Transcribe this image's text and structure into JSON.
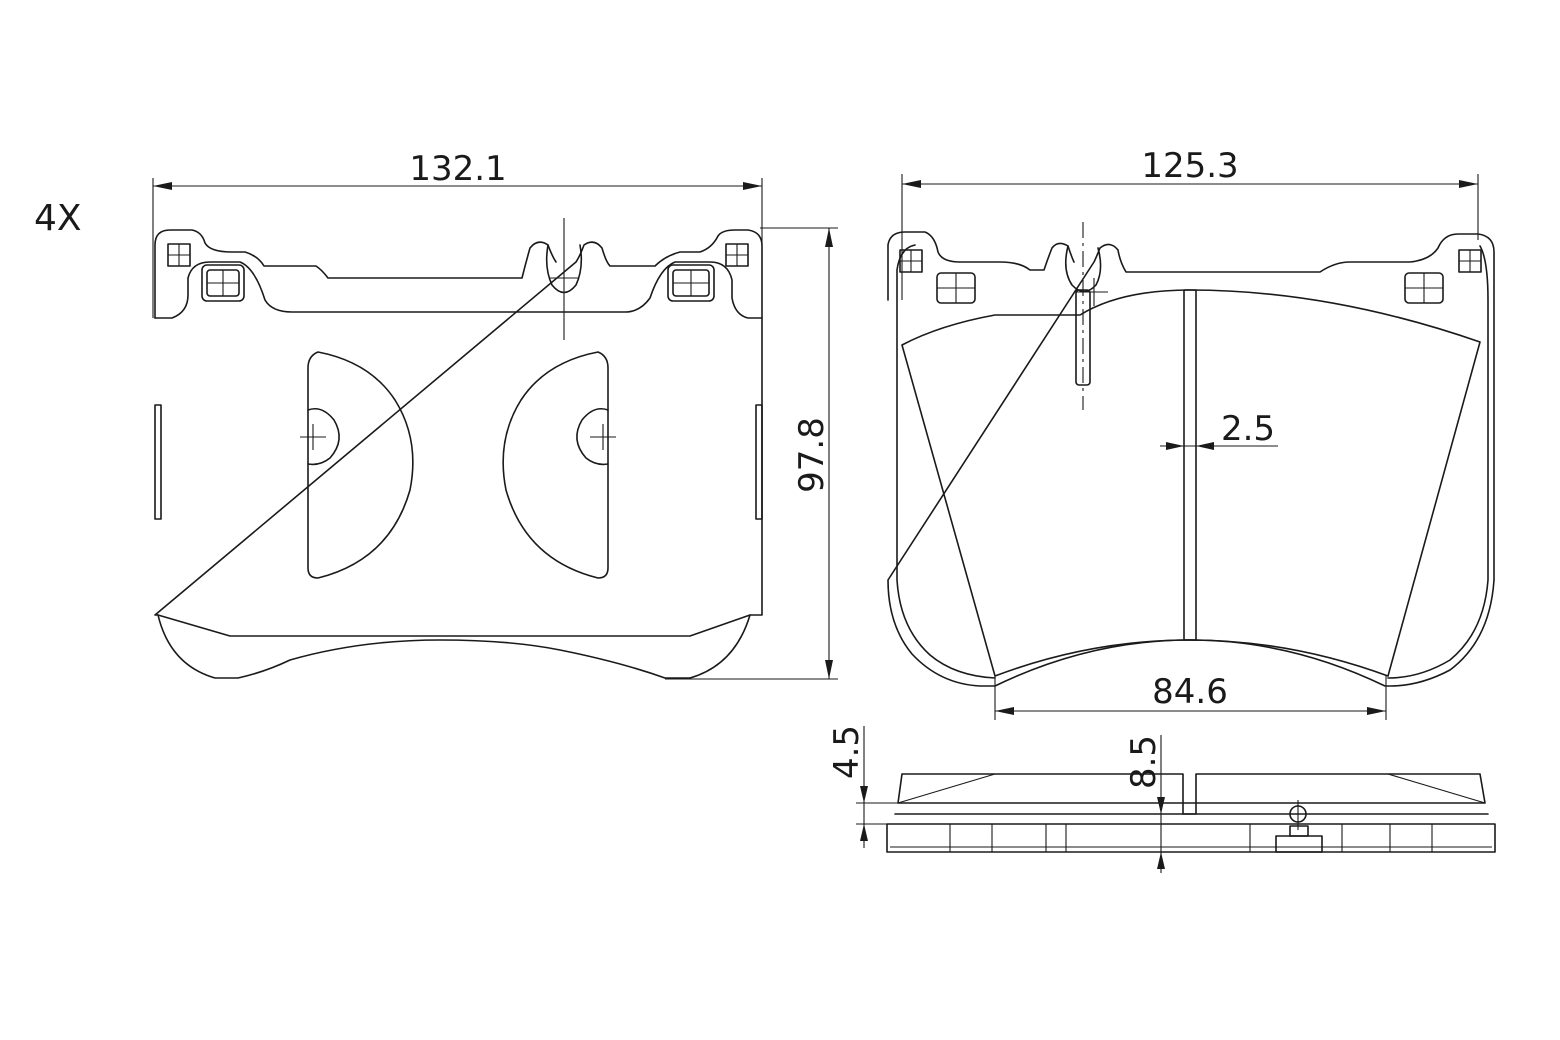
{
  "quantity_label": "4X",
  "dimensions": {
    "left_width": "132.1",
    "left_height": "97.8",
    "right_width": "125.3",
    "slot_width": "2.5",
    "lower_width": "84.6",
    "backplate_thickness": "4.5",
    "total_thickness": "8.5"
  },
  "colors": {
    "line": "#1a1a1a",
    "background": "#ffffff"
  }
}
